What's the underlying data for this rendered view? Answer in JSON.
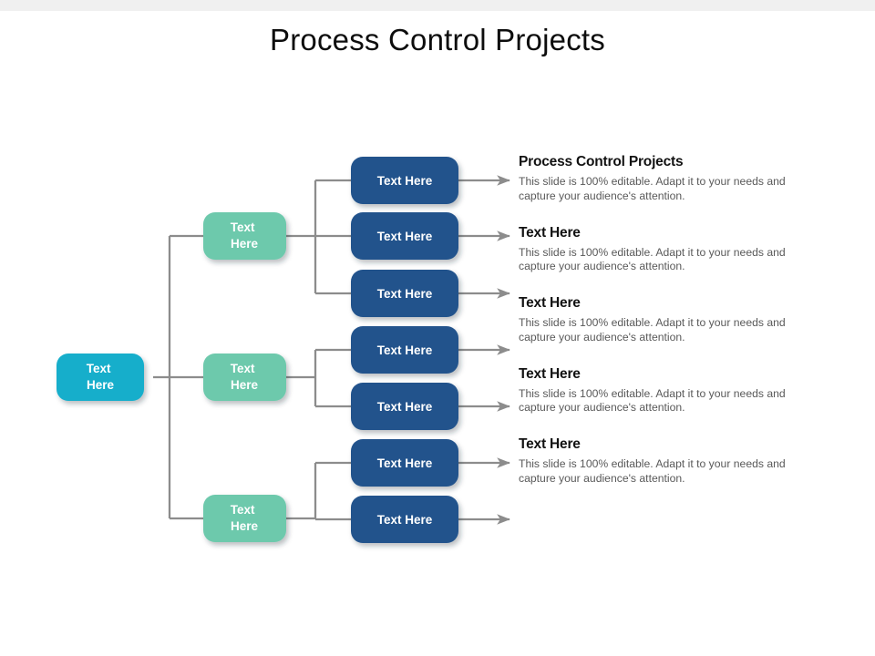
{
  "slide": {
    "title": "Process Control Projects",
    "background_color": "#ffffff",
    "top_band_color": "#f0f0f0"
  },
  "palette": {
    "root_node": "#12AECB",
    "branch_node": "#6DC9AC",
    "leaf_node": "#21528C",
    "connector": "#8C8C8C",
    "heading_text": "#121212",
    "body_text": "#595959",
    "node_text": "#ffffff"
  },
  "diagram": {
    "type": "tree",
    "root": {
      "label_line1": "Text",
      "label_line2": "Here"
    },
    "branches": [
      {
        "label_line1": "Text",
        "label_line2": "Here",
        "leaves": [
          {
            "label": "Text Here"
          },
          {
            "label": "Text Here"
          },
          {
            "label": "Text Here"
          }
        ]
      },
      {
        "label_line1": "Text",
        "label_line2": "Here",
        "leaves": [
          {
            "label": "Text Here"
          },
          {
            "label": "Text Here"
          }
        ]
      },
      {
        "label_line1": "Text",
        "label_line2": "Here",
        "leaves": [
          {
            "label": "Text Here"
          },
          {
            "label": "Text Here"
          }
        ]
      }
    ]
  },
  "text_column": {
    "blocks": [
      {
        "heading": "Process Control Projects",
        "body": "This slide is 100% editable. Adapt it to your needs and capture your audience's attention."
      },
      {
        "heading": "Text Here",
        "body": "This slide is 100% editable. Adapt it to your needs and capture your audience's attention."
      },
      {
        "heading": "Text Here",
        "body": "This slide is 100% editable. Adapt it to your needs and capture your audience's attention."
      },
      {
        "heading": "Text Here",
        "body": "This slide is 100% editable. Adapt it to your needs and capture your audience's attention."
      },
      {
        "heading": "Text Here",
        "body": "This slide is 100% editable. Adapt it to your needs and capture your audience's attention."
      }
    ]
  }
}
